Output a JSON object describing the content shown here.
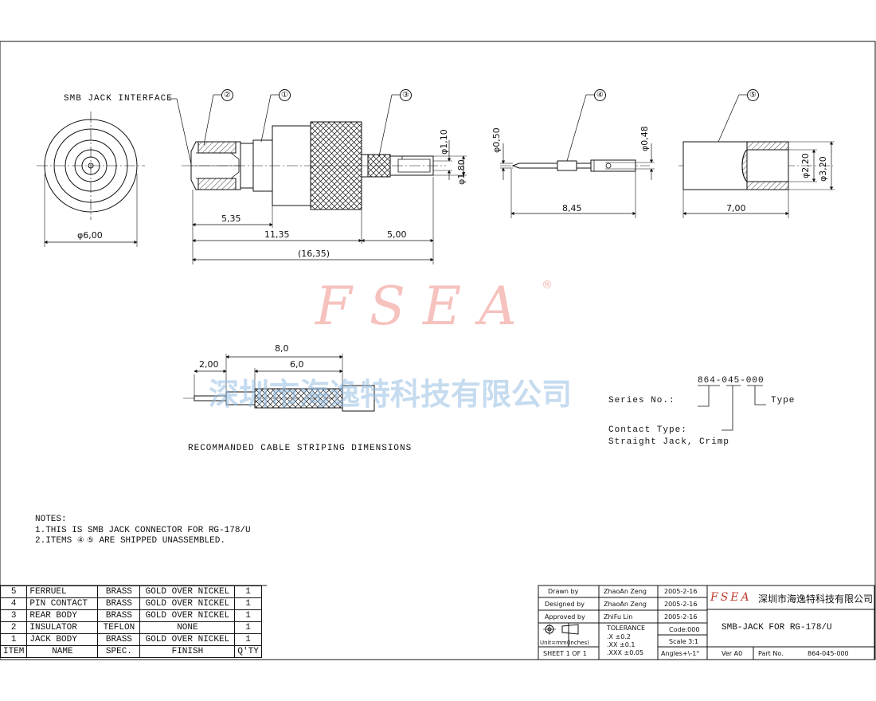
{
  "labels": {
    "interface": "SMB JACK INTERFACE",
    "cable_strip": "RECOMMANDED CABLE STRIPING DIMENSIONS"
  },
  "callouts": [
    "①",
    "②",
    "③",
    "④",
    "⑤"
  ],
  "dimensions": {
    "face_dia": "φ6,00",
    "d535": "5,35",
    "d1135": "11,35",
    "d500": "5,00",
    "d1635": "(16,35)",
    "d110": "φ1,10",
    "d180": "φ1,80",
    "d050": "φ0,50",
    "d048": "φ0,48",
    "d845": "8,45",
    "d220": "φ2,20",
    "d320": "φ3,20",
    "d700": "7,00",
    "d80": "8,0",
    "d200": "2,00",
    "d60": "6,0"
  },
  "part_code": {
    "number": "864-045-000",
    "series": "Series No.:",
    "type": "Type",
    "contact_type": "Contact Type:",
    "contact_value": "Straight Jack, Crimp"
  },
  "watermark": {
    "brand": "FSEA",
    "reg": "®",
    "company": "深圳市海逸特科技有限公司"
  },
  "notes": {
    "title": "NOTES:",
    "line1": "1.THIS IS SMB JACK CONNECTOR FOR RG-178/U",
    "line2_pre": "2.ITEMS",
    "line2_items": "④ ⑤",
    "line2_post": "ARE SHIPPED UNASSEMBLED."
  },
  "bom": {
    "rows": [
      {
        "item": "5",
        "name": "FERRUEL",
        "spec": "BRASS",
        "finish": "GOLD OVER NICKEL",
        "qty": "1"
      },
      {
        "item": "4",
        "name": "PIN CONTACT",
        "spec": "BRASS",
        "finish": "GOLD OVER NICKEL",
        "qty": "1"
      },
      {
        "item": "3",
        "name": "REAR BODY",
        "spec": "BRASS",
        "finish": "GOLD OVER NICKEL",
        "qty": "1"
      },
      {
        "item": "2",
        "name": "INSULATOR",
        "spec": "TEFLON",
        "finish": "NONE",
        "qty": "1"
      },
      {
        "item": "1",
        "name": "JACK BODY",
        "spec": "BRASS",
        "finish": "GOLD OVER NICKEL",
        "qty": "1"
      }
    ],
    "header": {
      "item": "ITEM",
      "name": "NAME",
      "spec": "SPEC.",
      "finish": "FINISH",
      "qty": "Q'TY"
    }
  },
  "title_block": {
    "drawn_label": "Drawn   by",
    "drawn_name": "ZhaoAn Zeng",
    "drawn_date": "2005-2-16",
    "designed_label": "Designed  by",
    "designed_name": "ZhaoAn Zeng",
    "designed_date": "2005-2-16",
    "approved_label": "Approved by",
    "approved_name": "ZhiFu Lin",
    "approved_date": "2005-2-16",
    "tolerance": "TOLERANCE",
    "tol1": ".X      ±0.2",
    "tol2": ".XX     ±0.1",
    "tol3": ".XXX   ±0.05",
    "code": "Code:000",
    "scale": "Scale 3:1",
    "angles": "Angles+\\-1°",
    "units": "Unit=mm(inches)",
    "sheet": "SHEET 1 OF 1",
    "logo": "FSEA",
    "company": "深圳市海逸特科技有限公司",
    "title": "SMB-JACK FOR RG-178/U",
    "ver": "Ver A0",
    "part_label": "Part No.",
    "part_no": "864-045-000"
  }
}
